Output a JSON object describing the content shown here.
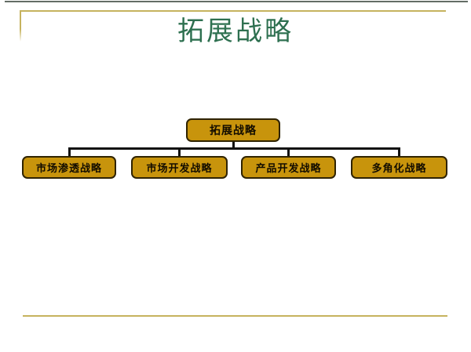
{
  "slide": {
    "title": "拓展战略"
  },
  "org_chart": {
    "root": {
      "label": "拓展战略"
    },
    "children": [
      {
        "label": "市场渗透战略"
      },
      {
        "label": "市场开发战略"
      },
      {
        "label": "产品开发战略"
      },
      {
        "label": "多角化战略"
      }
    ]
  },
  "colors": {
    "title_green": "#2e7050",
    "box_fill": "#c8940c",
    "box_border": "#2f2300",
    "connector": "#111111",
    "gold_decoration": "#c6b35e",
    "top_edge": "#49544a"
  }
}
